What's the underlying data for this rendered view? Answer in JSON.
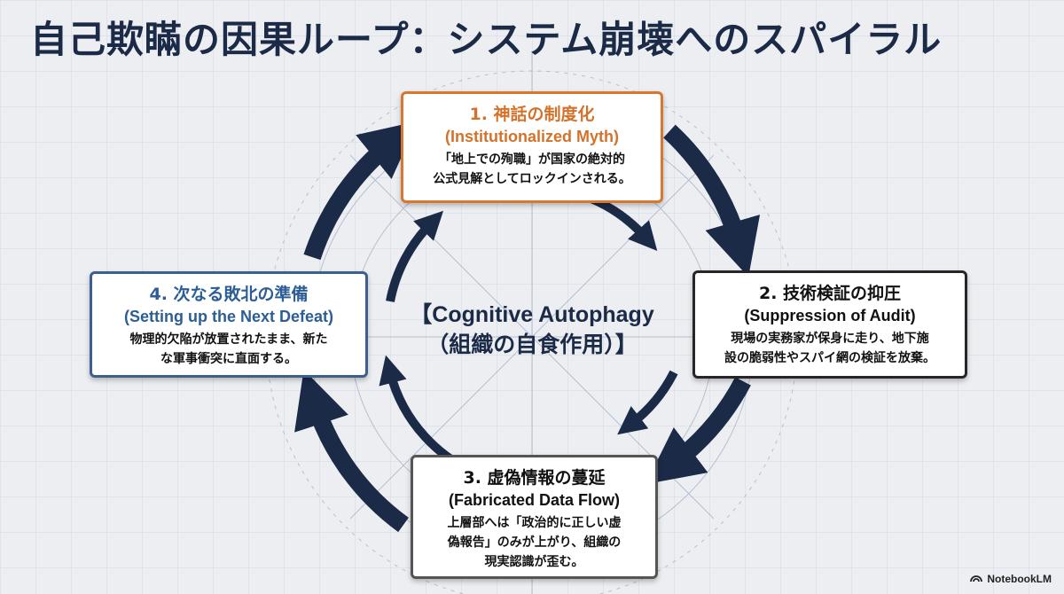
{
  "title": "自己欺瞞の因果ループ：システム崩壊へのスパイラル",
  "center": {
    "line1": "【Cognitive Autophagy",
    "line2": "（組織の自食作用）】"
  },
  "nodes": [
    {
      "title": "1. 神話の制度化",
      "subtitle": "(Institutionalized Myth)",
      "desc_lines": [
        "「地上での殉職」が国家の絶対的",
        "公式見解としてロックインされる。"
      ]
    },
    {
      "title": "2. 技術検証の抑圧",
      "subtitle": "(Suppression of Audit)",
      "desc_lines": [
        "現場の実務家が保身に走り、地下施",
        "設の脆弱性やスパイ網の検証を放棄。"
      ]
    },
    {
      "title": "3. 虚偽情報の蔓延",
      "subtitle": "(Fabricated Data Flow)",
      "desc_lines": [
        "上層部へは「政治的に正しい虚",
        "偽報告」のみが上がり、組織の",
        "現実認識が歪む。"
      ]
    },
    {
      "title": "4. 次なる敗北の準備",
      "subtitle": "(Setting up the Next Defeat)",
      "desc_lines": [
        "物理的欠陥が放置されたまま、新た",
        "な軍事衝突に直面する。"
      ]
    }
  ],
  "colors": {
    "arrow_navy": "#1b2a47",
    "node1_accent": "#d8772f",
    "node4_accent": "#2c5e95"
  },
  "watermark": {
    "label": "NotebookLM",
    "icon": "notebooklm-logo-icon"
  }
}
